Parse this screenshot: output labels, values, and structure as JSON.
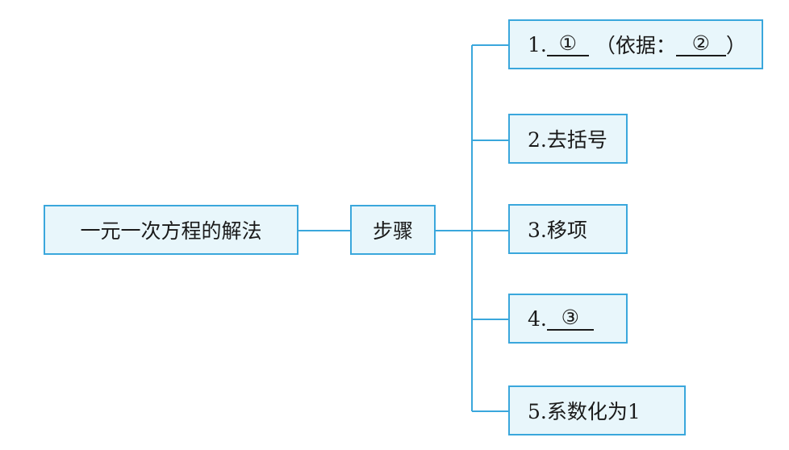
{
  "diagram": {
    "root": {
      "label": "一元一次方程的解法"
    },
    "middle": {
      "label": "步骤"
    },
    "steps": [
      {
        "prefix": "1.",
        "blank": "①",
        "paren_open": "（依据：",
        "blank2": "②",
        "paren_close": "）"
      },
      {
        "label": "2.去括号"
      },
      {
        "label": "3.移项"
      },
      {
        "prefix": "4.",
        "blank": "③"
      },
      {
        "label": "5.系数化为1"
      }
    ]
  },
  "colors": {
    "box_fill": "#e8f6fb",
    "box_border": "#3aa7dc",
    "connector": "#3aa7dc",
    "text": "#1a1a1a"
  }
}
